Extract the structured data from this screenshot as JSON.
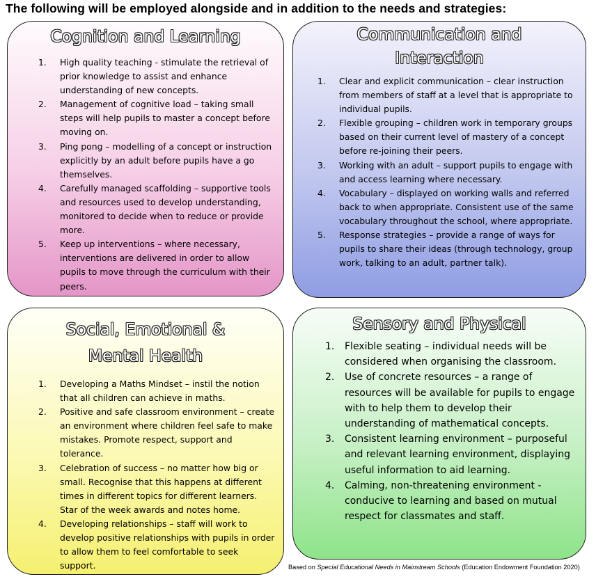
{
  "heading": "The following will be employed alongside and in addition to the needs and strategies:",
  "boxes": {
    "cognition": {
      "title": "Cognition and Learning",
      "items": [
        {
          "n": "1.",
          "text": "High quality teaching - stimulate the retrieval of prior knowledge to assist and enhance understanding of new concepts."
        },
        {
          "n": "2.",
          "text": "Management of cognitive load – taking small steps will help pupils to master a concept before moving on."
        },
        {
          "n": "3.",
          "text": "Ping pong – modelling of a concept or instruction explicitly by an adult before pupils have a go themselves."
        },
        {
          "n": "4.",
          "text": "Carefully managed scaffolding – supportive tools and resources used to develop understanding, monitored to decide when to reduce or provide more."
        },
        {
          "n": "5.",
          "text": "Keep up interventions – where necessary, interventions are delivered in order to allow pupils to move through the curriculum with their peers."
        }
      ]
    },
    "communication": {
      "title_line1": "Communication and",
      "title_line2": "Interaction",
      "items": [
        {
          "n": "1.",
          "text": "Clear and explicit communication – clear instruction from members of staff at a level that is appropriate to individual pupils."
        },
        {
          "n": "2.",
          "text": "Flexible grouping – children work in temporary groups based on their current level of mastery of a concept before re-joining their peers."
        },
        {
          "n": "3.",
          "text": "Working with an adult – support pupils to engage with and access learning where necessary."
        },
        {
          "n": "4.",
          "text": "Vocabulary – displayed on working walls and referred back to when appropriate. Consistent use of the same vocabulary throughout the school, where appropriate."
        },
        {
          "n": "5.",
          "text": "Response strategies – provide a range of ways for pupils to share their ideas (through technology, group work, talking to an adult, partner talk)."
        }
      ]
    },
    "semh": {
      "title_line1": "Social, Emotional &",
      "title_line2": "Mental Health",
      "items": [
        {
          "n": "1.",
          "text": "Developing a Maths Mindset – instil the notion that all children can achieve in maths."
        },
        {
          "n": "2.",
          "text": "Positive and safe classroom environment – create an environment where children feel safe to make mistakes. Promote respect, support and tolerance."
        },
        {
          "n": "3.",
          "text": "Celebration of success – no matter how big or small. Recognise that this happens at different times in different topics for different learners. Star of the week awards and notes home."
        },
        {
          "n": "4.",
          "text": "Developing relationships – staff will work to develop positive relationships with pupils in order to allow them to feel comfortable to seek support."
        }
      ]
    },
    "sensory": {
      "title": "Sensory and Physical",
      "items": [
        {
          "n": "1.",
          "text": "Flexible seating – individual needs will be considered when organising the classroom."
        },
        {
          "n": "2.",
          "text": "Use of concrete resources – a range of resources will be available for pupils to engage with to help them to develop their understanding of mathematical concepts."
        },
        {
          "n": "3.",
          "text": "Consistent learning environment – purposeful and relevant learning environment, displaying useful information to aid learning."
        },
        {
          "n": "4.",
          "text": "Calming, non-threatening environment - conducive to learning and based on mutual respect for classmates and staff."
        }
      ]
    }
  },
  "footer": {
    "prefix": "Based on ",
    "title": "Special Educational Needs in Mainstream Schools",
    "suffix": " (Education Endowment Foundation 2020)"
  }
}
